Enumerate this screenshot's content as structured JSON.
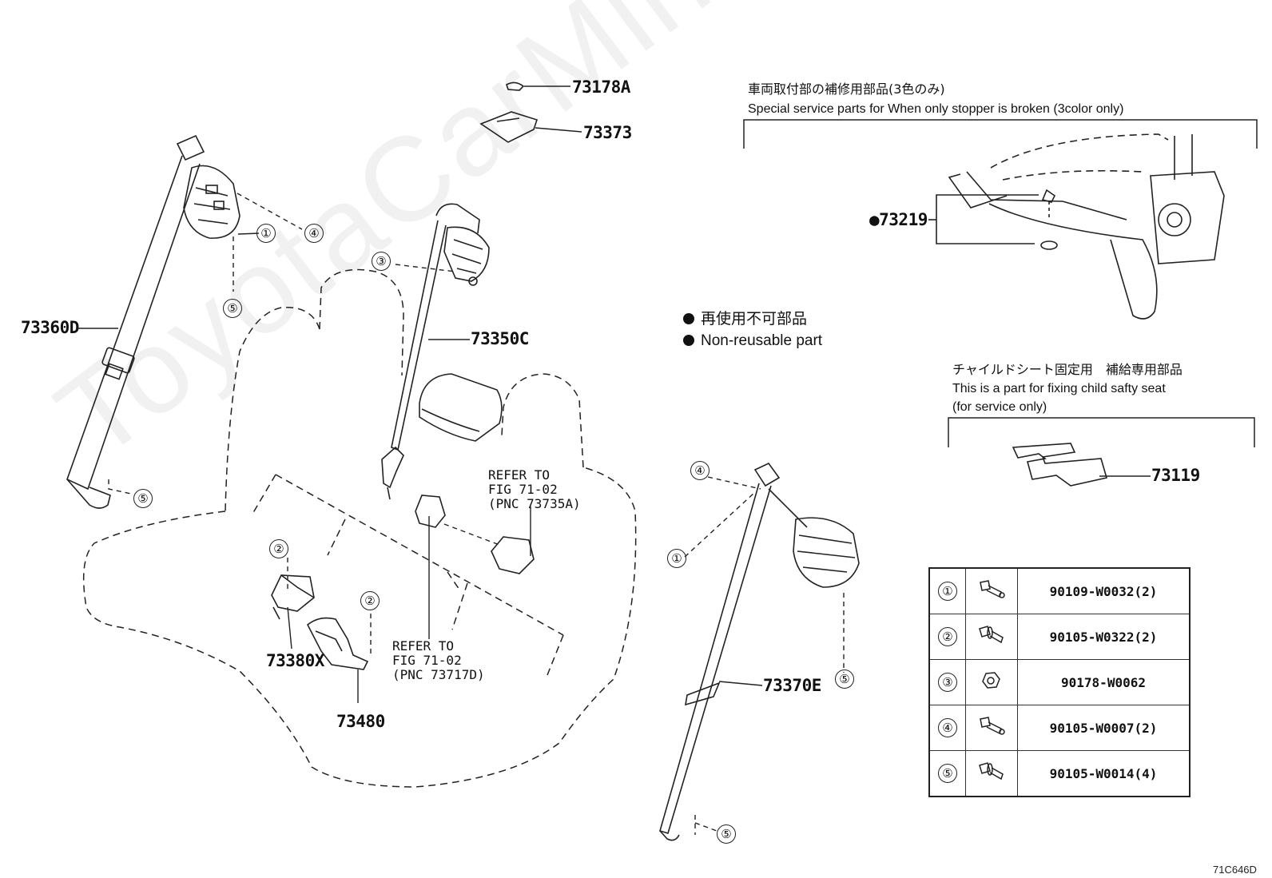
{
  "diagram": {
    "drawing_code": "71C646D",
    "watermark": "ToyotaCarMine.ru",
    "parts": [
      {
        "id": "p73178a",
        "label": "73178A"
      },
      {
        "id": "p73373",
        "label": "73373"
      },
      {
        "id": "p73360d",
        "label": "73360D"
      },
      {
        "id": "p73350c",
        "label": "73350C"
      },
      {
        "id": "p73370e",
        "label": "73370E"
      },
      {
        "id": "p73380x",
        "label": "73380X"
      },
      {
        "id": "p73480",
        "label": "73480"
      },
      {
        "id": "p73219",
        "label": "●73219"
      },
      {
        "id": "p73119",
        "label": "73119"
      }
    ],
    "references": [
      {
        "id": "ref1",
        "text": "REFER TO\nFIG 71-02\n(PNC 73735A)"
      },
      {
        "id": "ref2",
        "text": "REFER TO\nFIG 71-02\n(PNC 73717D)"
      }
    ],
    "fastener_callouts": [
      "①",
      "②",
      "③",
      "④",
      "⑤"
    ],
    "legend": {
      "jp": "再使用不可部品",
      "en": "Non-reusable part"
    },
    "special_service": {
      "title_jp": "車両取付部の補修用部品(3色のみ)",
      "title_en": "Special service parts for When only stopper is broken (3color only)"
    },
    "child_seat": {
      "title_jp": "チャイルドシート固定用　補給専用部品",
      "line1_en": "This is a part for fixing child safty seat",
      "line2_en": "(for service only)"
    },
    "fasteners": [
      {
        "num": "①",
        "part_no": "90109-W0032(2)"
      },
      {
        "num": "②",
        "part_no": "90105-W0322(2)"
      },
      {
        "num": "③",
        "part_no": "90178-W0062"
      },
      {
        "num": "④",
        "part_no": "90105-W0007(2)"
      },
      {
        "num": "⑤",
        "part_no": "90105-W0014(4)"
      }
    ]
  }
}
